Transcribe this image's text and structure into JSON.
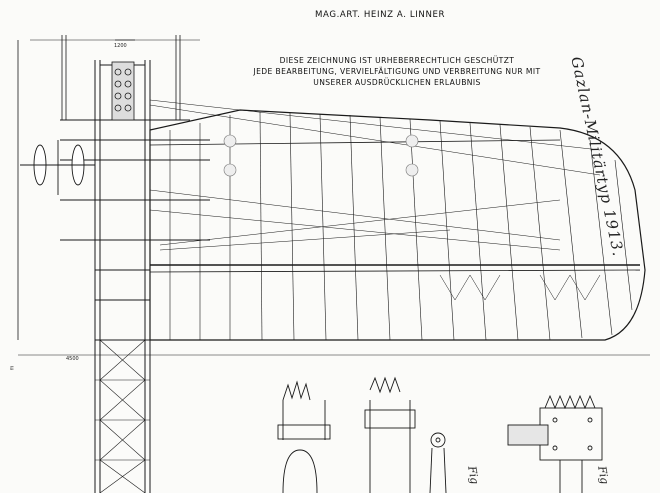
{
  "header": {
    "author_credit": "MAG.ART. HEINZ A. LINNER"
  },
  "copyright_notice": {
    "line1": "DIESE ZEICHNUNG IST URHEBERRECHTLICH GESCHÜTZT",
    "line2": "JEDE BEARBEITUNG, VERVIELFÄLTIGUNG UND VERBREITUNG NUR MIT",
    "line3": "UNSERER AUSDRÜCKLICHEN ERLAUBNIS"
  },
  "handwritten_title": "Gazlan-Militärtyp 1913.",
  "figure_labels": {
    "fig_a": "Fig",
    "fig_b": "Fig"
  },
  "dimensions": {
    "top_width": "1200",
    "span": "4500"
  },
  "side_mark": "m",
  "colors": {
    "paper": "#fbfbf9",
    "ink": "#1a1a1a"
  }
}
